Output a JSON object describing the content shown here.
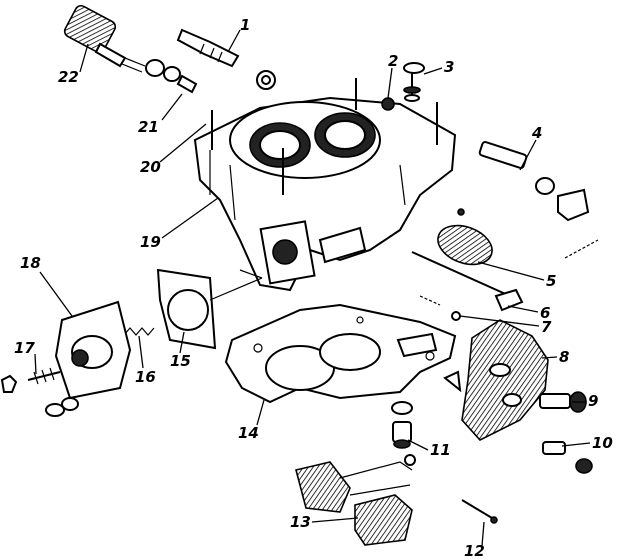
{
  "diagram": {
    "callouts": [
      {
        "n": "1",
        "label": "1"
      },
      {
        "n": "2",
        "label": "2"
      },
      {
        "n": "3",
        "label": "3"
      },
      {
        "n": "4",
        "label": "4"
      },
      {
        "n": "5",
        "label": "5"
      },
      {
        "n": "6",
        "label": "6"
      },
      {
        "n": "7",
        "label": "7"
      },
      {
        "n": "8",
        "label": "8"
      },
      {
        "n": "9",
        "label": "9"
      },
      {
        "n": "10",
        "label": "10"
      },
      {
        "n": "11",
        "label": "11"
      },
      {
        "n": "12",
        "label": "12"
      },
      {
        "n": "13",
        "label": "13"
      },
      {
        "n": "14",
        "label": "14"
      },
      {
        "n": "15",
        "label": "15"
      },
      {
        "n": "16",
        "label": "16"
      },
      {
        "n": "17",
        "label": "17"
      },
      {
        "n": "18",
        "label": "18"
      },
      {
        "n": "19",
        "label": "19"
      },
      {
        "n": "20",
        "label": "20"
      },
      {
        "n": "21",
        "label": "21"
      },
      {
        "n": "22",
        "label": "22"
      }
    ]
  }
}
